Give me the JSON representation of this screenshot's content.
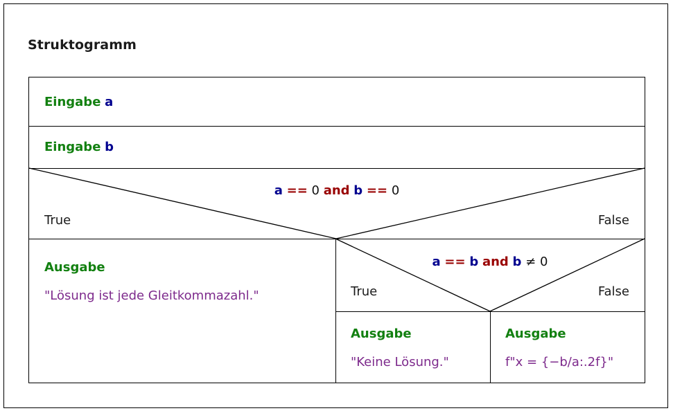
{
  "page": {
    "title": "Struktogramm"
  },
  "diagram": {
    "statements": [
      {
        "id": "input-a",
        "keyword": "Eingabe",
        "variable": "a"
      },
      {
        "id": "input-b",
        "keyword": "Eingabe",
        "variable": "b"
      }
    ],
    "outer_condition": {
      "id": "cond-a-eq-0-and-b-eq-0",
      "tokens": [
        {
          "text": "a",
          "kind": "var"
        },
        {
          "text": "==",
          "kind": "op"
        },
        {
          "text": "0",
          "kind": "num"
        },
        {
          "text": "and",
          "kind": "op"
        },
        {
          "text": "b",
          "kind": "var"
        },
        {
          "text": "==",
          "kind": "op"
        },
        {
          "text": "0",
          "kind": "num"
        }
      ],
      "true_label": "True",
      "false_label": "False"
    },
    "inner_condition": {
      "id": "cond-a-eq-b-and-b-neq-0",
      "tokens": [
        {
          "text": "a",
          "kind": "var"
        },
        {
          "text": "==",
          "kind": "op"
        },
        {
          "text": "b",
          "kind": "var"
        },
        {
          "text": "and",
          "kind": "op"
        },
        {
          "text": "b",
          "kind": "var"
        },
        {
          "text": "≠",
          "kind": "op-plain"
        },
        {
          "text": "0",
          "kind": "num"
        }
      ],
      "true_label": "True",
      "false_label": "False"
    },
    "outputs": [
      {
        "id": "output-any-float",
        "keyword": "Ausgabe",
        "value": "\"Lösung ist jede Gleitkommazahl.\""
      },
      {
        "id": "output-no-solution",
        "keyword": "Ausgabe",
        "value": "\"Keine Lösung.\""
      },
      {
        "id": "output-x-formula",
        "keyword": "Ausgabe",
        "value": "f\"x = {−b/a:.2f}\""
      }
    ]
  },
  "colors": {
    "keyword_green": "#128010",
    "variable_blue": "#00008f",
    "operator_red": "#990000",
    "string_purple": "#7d2a8c",
    "text_black": "#1a1a1a",
    "line_black": "#000000",
    "background": "#ffffff"
  }
}
